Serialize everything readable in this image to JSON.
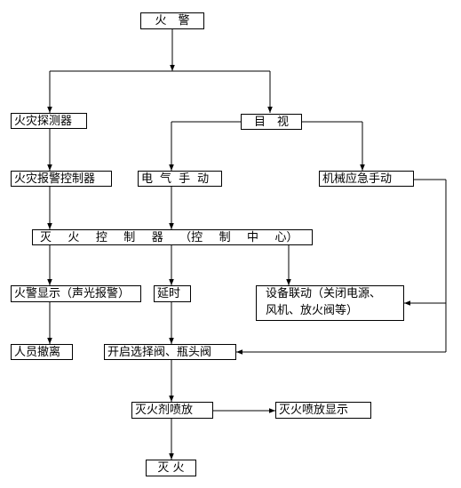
{
  "nodes": {
    "fire_alarm": "火　警",
    "fire_detector": "火灾探测器",
    "visual_check": "目　视",
    "fire_alarm_controller": "火灾报警控制器",
    "electric_manual": "电 气 手 动",
    "mechanical_emergency": "机械应急手动",
    "extinguishing_controller": "灭 火 控 制 器 （控 制 中 心）",
    "alarm_display": "火警显示（声光报警）",
    "delay": "延时",
    "equipment_linkage_line1": "设备联动（关闭电源、",
    "equipment_linkage_line2": "风机、放火阀等）",
    "personnel_evacuation": "人员撤离",
    "open_valves": "开启选择阀、瓶头阀",
    "agent_release": "灭火剂喷放",
    "release_display": "灭火喷放显示",
    "fire_extinguished": "灭 火"
  },
  "colors": {
    "line": "#000000",
    "box_border": "#000000",
    "background": "#ffffff"
  }
}
